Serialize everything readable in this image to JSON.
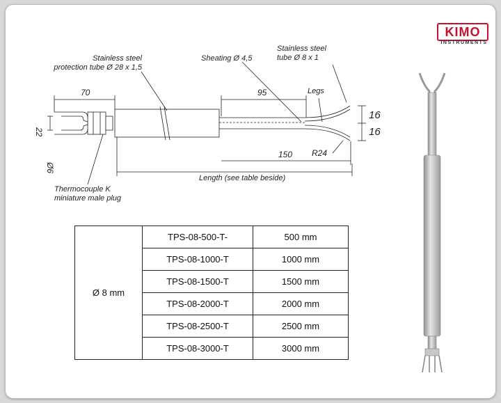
{
  "brand": {
    "name": "KIMO",
    "tagline": "INSTRUMENTS",
    "color": "#c8102e"
  },
  "drawing": {
    "label_protection_tube": [
      "Stainless steel",
      "protection tube Ø 28 x 1,5"
    ],
    "label_sheating": "Sheating Ø 4,5",
    "label_tube": [
      "Stainless steel",
      "tube Ø 8 x 1"
    ],
    "label_legs": "Legs",
    "dim_70": "70",
    "dim_95": "95",
    "dim_150": "150",
    "dim_r24": "R24",
    "dim_16a": "16",
    "dim_16b": "16",
    "dim_22": "22",
    "dim_d6": "Ø6",
    "label_length": "Length (see table beside)",
    "label_plug": [
      "Thermocouple K",
      "miniature male plug"
    ]
  },
  "table": {
    "diameter": "Ø 8 mm",
    "rows": [
      {
        "code": "TPS-08-500-T-",
        "length": "500 mm"
      },
      {
        "code": "TPS-08-1000-T",
        "length": "1000 mm"
      },
      {
        "code": "TPS-08-1500-T",
        "length": "1500 mm"
      },
      {
        "code": "TPS-08-2000-T",
        "length": "2000 mm"
      },
      {
        "code": "TPS-08-2500-T",
        "length": "2500 mm"
      },
      {
        "code": "TPS-08-3000-T",
        "length": "3000 mm"
      }
    ]
  }
}
